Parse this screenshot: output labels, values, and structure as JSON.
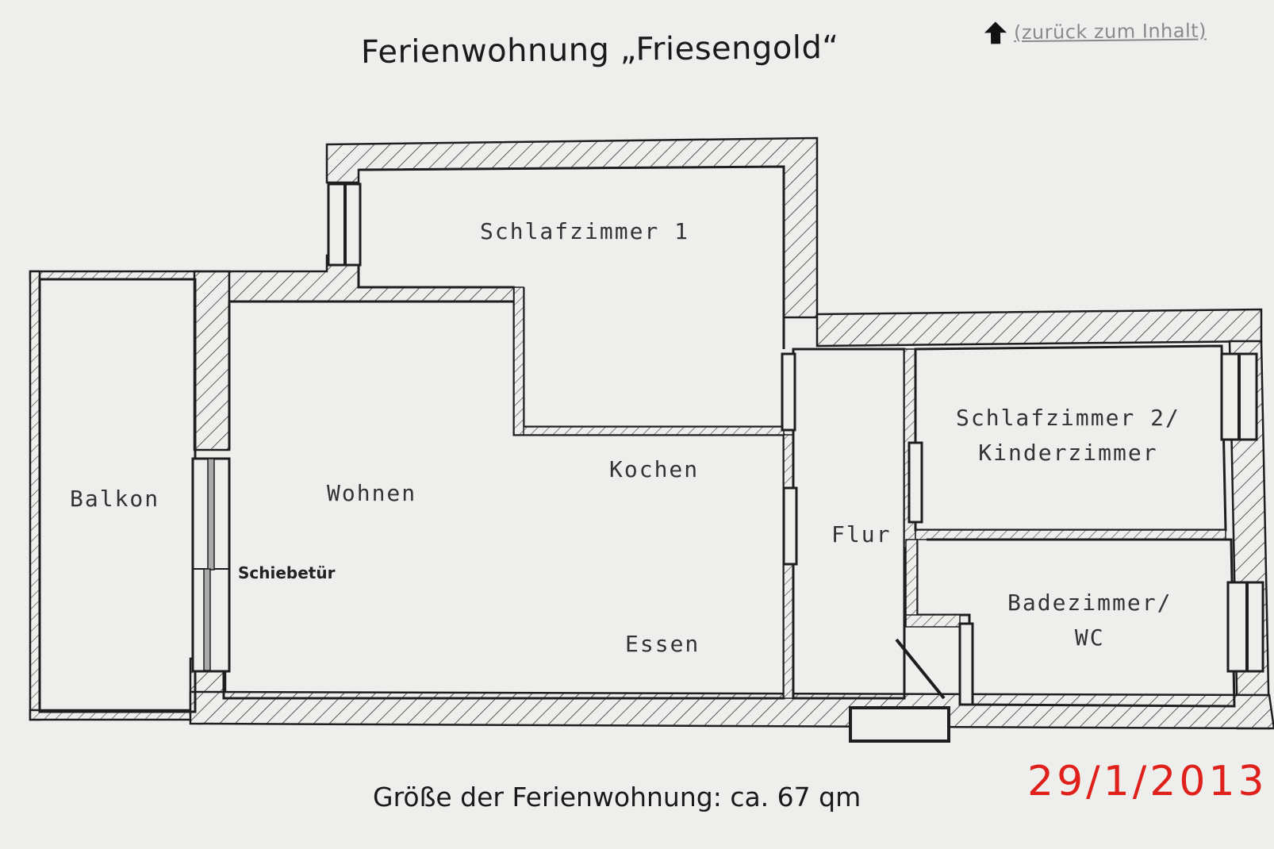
{
  "header": {
    "title": "Ferienwohnung „Friesengold“",
    "back_link": {
      "icon": "up-arrow-icon",
      "label": "(zurück zum Inhalt)"
    }
  },
  "floor_plan": {
    "rooms": [
      {
        "id": "balkon",
        "label": "Balkon"
      },
      {
        "id": "wohnen",
        "label": "Wohnen"
      },
      {
        "id": "schlafzimmer-1",
        "label": "Schlafzimmer 1"
      },
      {
        "id": "kochen",
        "label": "Kochen"
      },
      {
        "id": "essen",
        "label": "Essen"
      },
      {
        "id": "flur",
        "label": "Flur"
      },
      {
        "id": "schlafzimmer-2",
        "label_line1": "Schlafzimmer 2/",
        "label_line2": "Kinderzimmer"
      },
      {
        "id": "badezimmer",
        "label_line1": "Badezimmer/",
        "label_line2": "WC"
      }
    ],
    "annotations": {
      "sliding_door": "Schiebetür"
    }
  },
  "footer": {
    "size_note": "Größe der Ferienwohnung: ca. 67 qm",
    "date_stamp": "29/1/2013"
  },
  "colors": {
    "background": "#eeefec",
    "line": "#1e1e1e",
    "date_stamp": "#e0201b"
  }
}
